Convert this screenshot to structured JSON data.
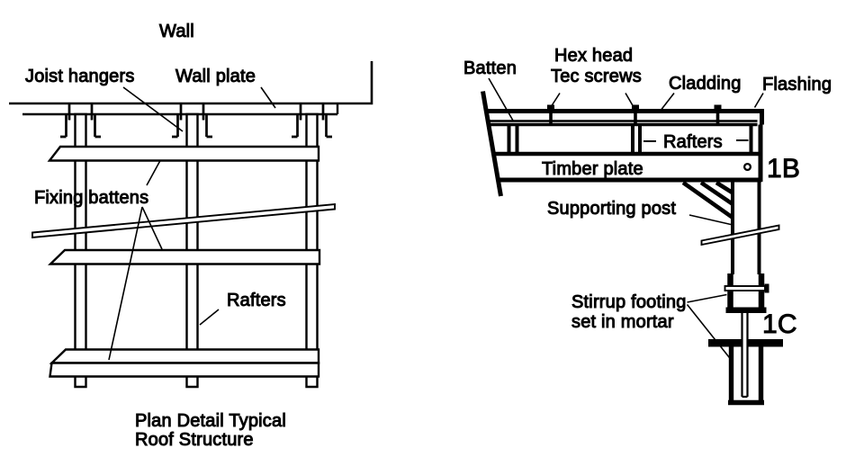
{
  "figure": {
    "colors": {
      "line": "#000000",
      "background": "#ffffff"
    },
    "left": {
      "labels": {
        "wall": "Wall",
        "joist_hangers": "Joist hangers",
        "wall_plate": "Wall plate",
        "fixing_battens": "Fixing battens",
        "rafters": "Rafters"
      },
      "caption_line1": "Plan Detail Typical",
      "caption_line2": "Roof Structure"
    },
    "right": {
      "labels": {
        "batten": "Batten",
        "hex_head_line1": "Hex head",
        "hex_head_line2": "Tec screws",
        "cladding": "Cladding",
        "flashing": "Flashing",
        "rafters": "Rafters",
        "timber_plate": "Timber plate",
        "supporting_post": "Supporting post",
        "stirrup_line1": "Stirrup footing",
        "stirrup_line2": "set in mortar"
      },
      "callouts": {
        "detail_1b": "1B",
        "detail_1c": "1C"
      }
    }
  }
}
